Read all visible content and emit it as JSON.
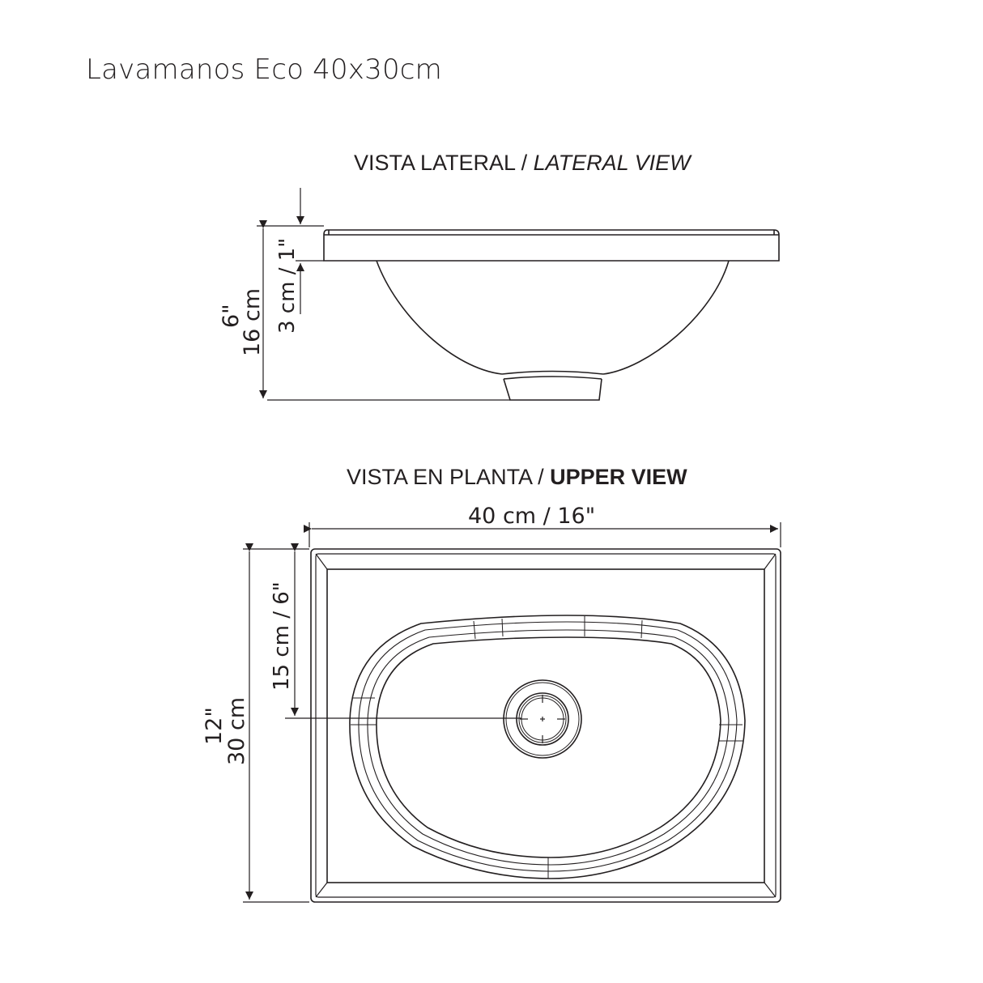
{
  "title": "Lavamanos Eco 40x30cm",
  "lateral_view": {
    "label_es": "VISTA LATERAL / ",
    "label_en": "LATERAL VIEW",
    "dimensions": {
      "total_height_cm": "16 cm",
      "total_height_in": "6\"",
      "rim_height": "3 cm / 1\""
    }
  },
  "upper_view": {
    "label_es": "VISTA EN PLANTA / ",
    "label_en": "UPPER VIEW",
    "dimensions": {
      "width": "40 cm / 16\"",
      "depth_cm": "30 cm",
      "depth_in": "12\"",
      "drain_offset": "15 cm / 6\""
    }
  }
}
